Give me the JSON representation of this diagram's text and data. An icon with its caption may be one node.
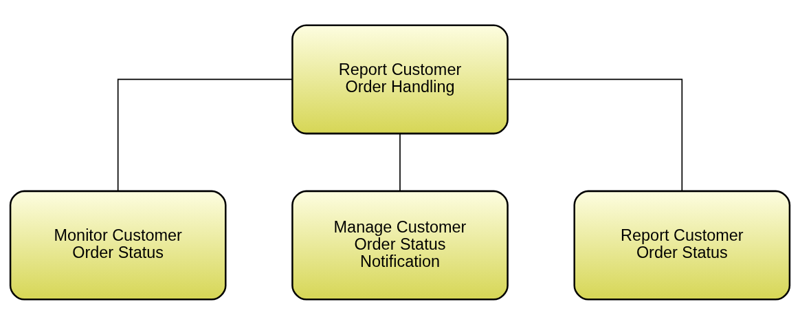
{
  "diagram": {
    "nodes": [
      {
        "text": [
          "Report Customer Order Handling"
        ]
      },
      {
        "text": [
          "Monitor Customer Order Status"
        ]
      },
      {
        "text": [
          "Manage Customer Order Status Notification"
        ]
      },
      {
        "text": [
          "Report Customer Order Status"
        ]
      }
    ],
    "edges": [
      {
        "from": 0,
        "to": 1,
        "arrow": "none"
      },
      {
        "from": 0,
        "to": 2,
        "arrow": "none"
      },
      {
        "from": 0,
        "to": 3,
        "arrow": "none"
      }
    ]
  }
}
